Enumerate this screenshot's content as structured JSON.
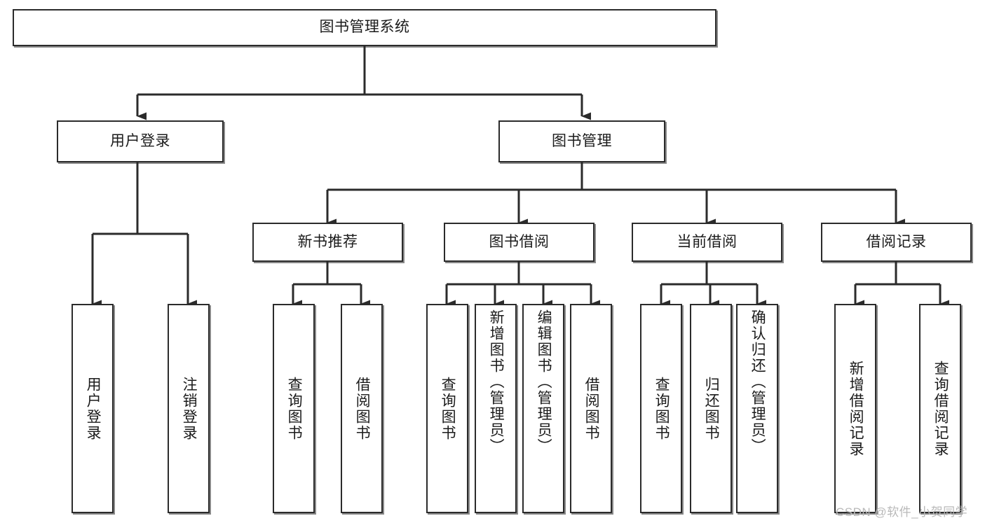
{
  "diagram": {
    "title_node": {
      "label": "图书管理系统"
    },
    "level2": [
      {
        "id": "user-login",
        "label": "用户登录"
      },
      {
        "id": "book-management",
        "label": "图书管理"
      }
    ],
    "level3": [
      {
        "id": "new-book-recommend",
        "label": "新书推荐"
      },
      {
        "id": "book-borrow",
        "label": "图书借阅"
      },
      {
        "id": "current-borrow",
        "label": "当前借阅"
      },
      {
        "id": "borrow-record",
        "label": "借阅记录"
      }
    ],
    "leaves": [
      {
        "id": "leaf-user-login",
        "label": "用户登录",
        "parent": "user-login"
      },
      {
        "id": "leaf-logout-login",
        "label": "注销登录",
        "parent": "user-login"
      },
      {
        "id": "leaf-query-book-1",
        "label": "查询图书",
        "parent": "new-book-recommend"
      },
      {
        "id": "leaf-borrow-book-1",
        "label": "借阅图书",
        "parent": "new-book-recommend"
      },
      {
        "id": "leaf-query-book-2",
        "label": "查询图书",
        "parent": "book-borrow"
      },
      {
        "id": "leaf-add-book",
        "label": "新增图书（管理员）",
        "parent": "book-borrow"
      },
      {
        "id": "leaf-edit-book",
        "label": "编辑图书（管理员）",
        "parent": "book-borrow"
      },
      {
        "id": "leaf-borrow-book-2",
        "label": "借阅图书",
        "parent": "book-borrow"
      },
      {
        "id": "leaf-query-book-3",
        "label": "查询图书",
        "parent": "current-borrow"
      },
      {
        "id": "leaf-return-book",
        "label": "归还图书",
        "parent": "current-borrow"
      },
      {
        "id": "leaf-confirm-return",
        "label": "确认归还（管理员）",
        "parent": "current-borrow"
      },
      {
        "id": "leaf-add-record",
        "label": "新增借阅记录",
        "parent": "borrow-record"
      },
      {
        "id": "leaf-query-record",
        "label": "查询借阅记录",
        "parent": "borrow-record"
      }
    ]
  },
  "watermark": {
    "text": "CSDN @软件_小贺同学"
  },
  "colors": {
    "stroke": "#2b2b2b",
    "fill": "#ffffff",
    "text": "#1b1b1b",
    "watermark": "#b9b9b9"
  }
}
